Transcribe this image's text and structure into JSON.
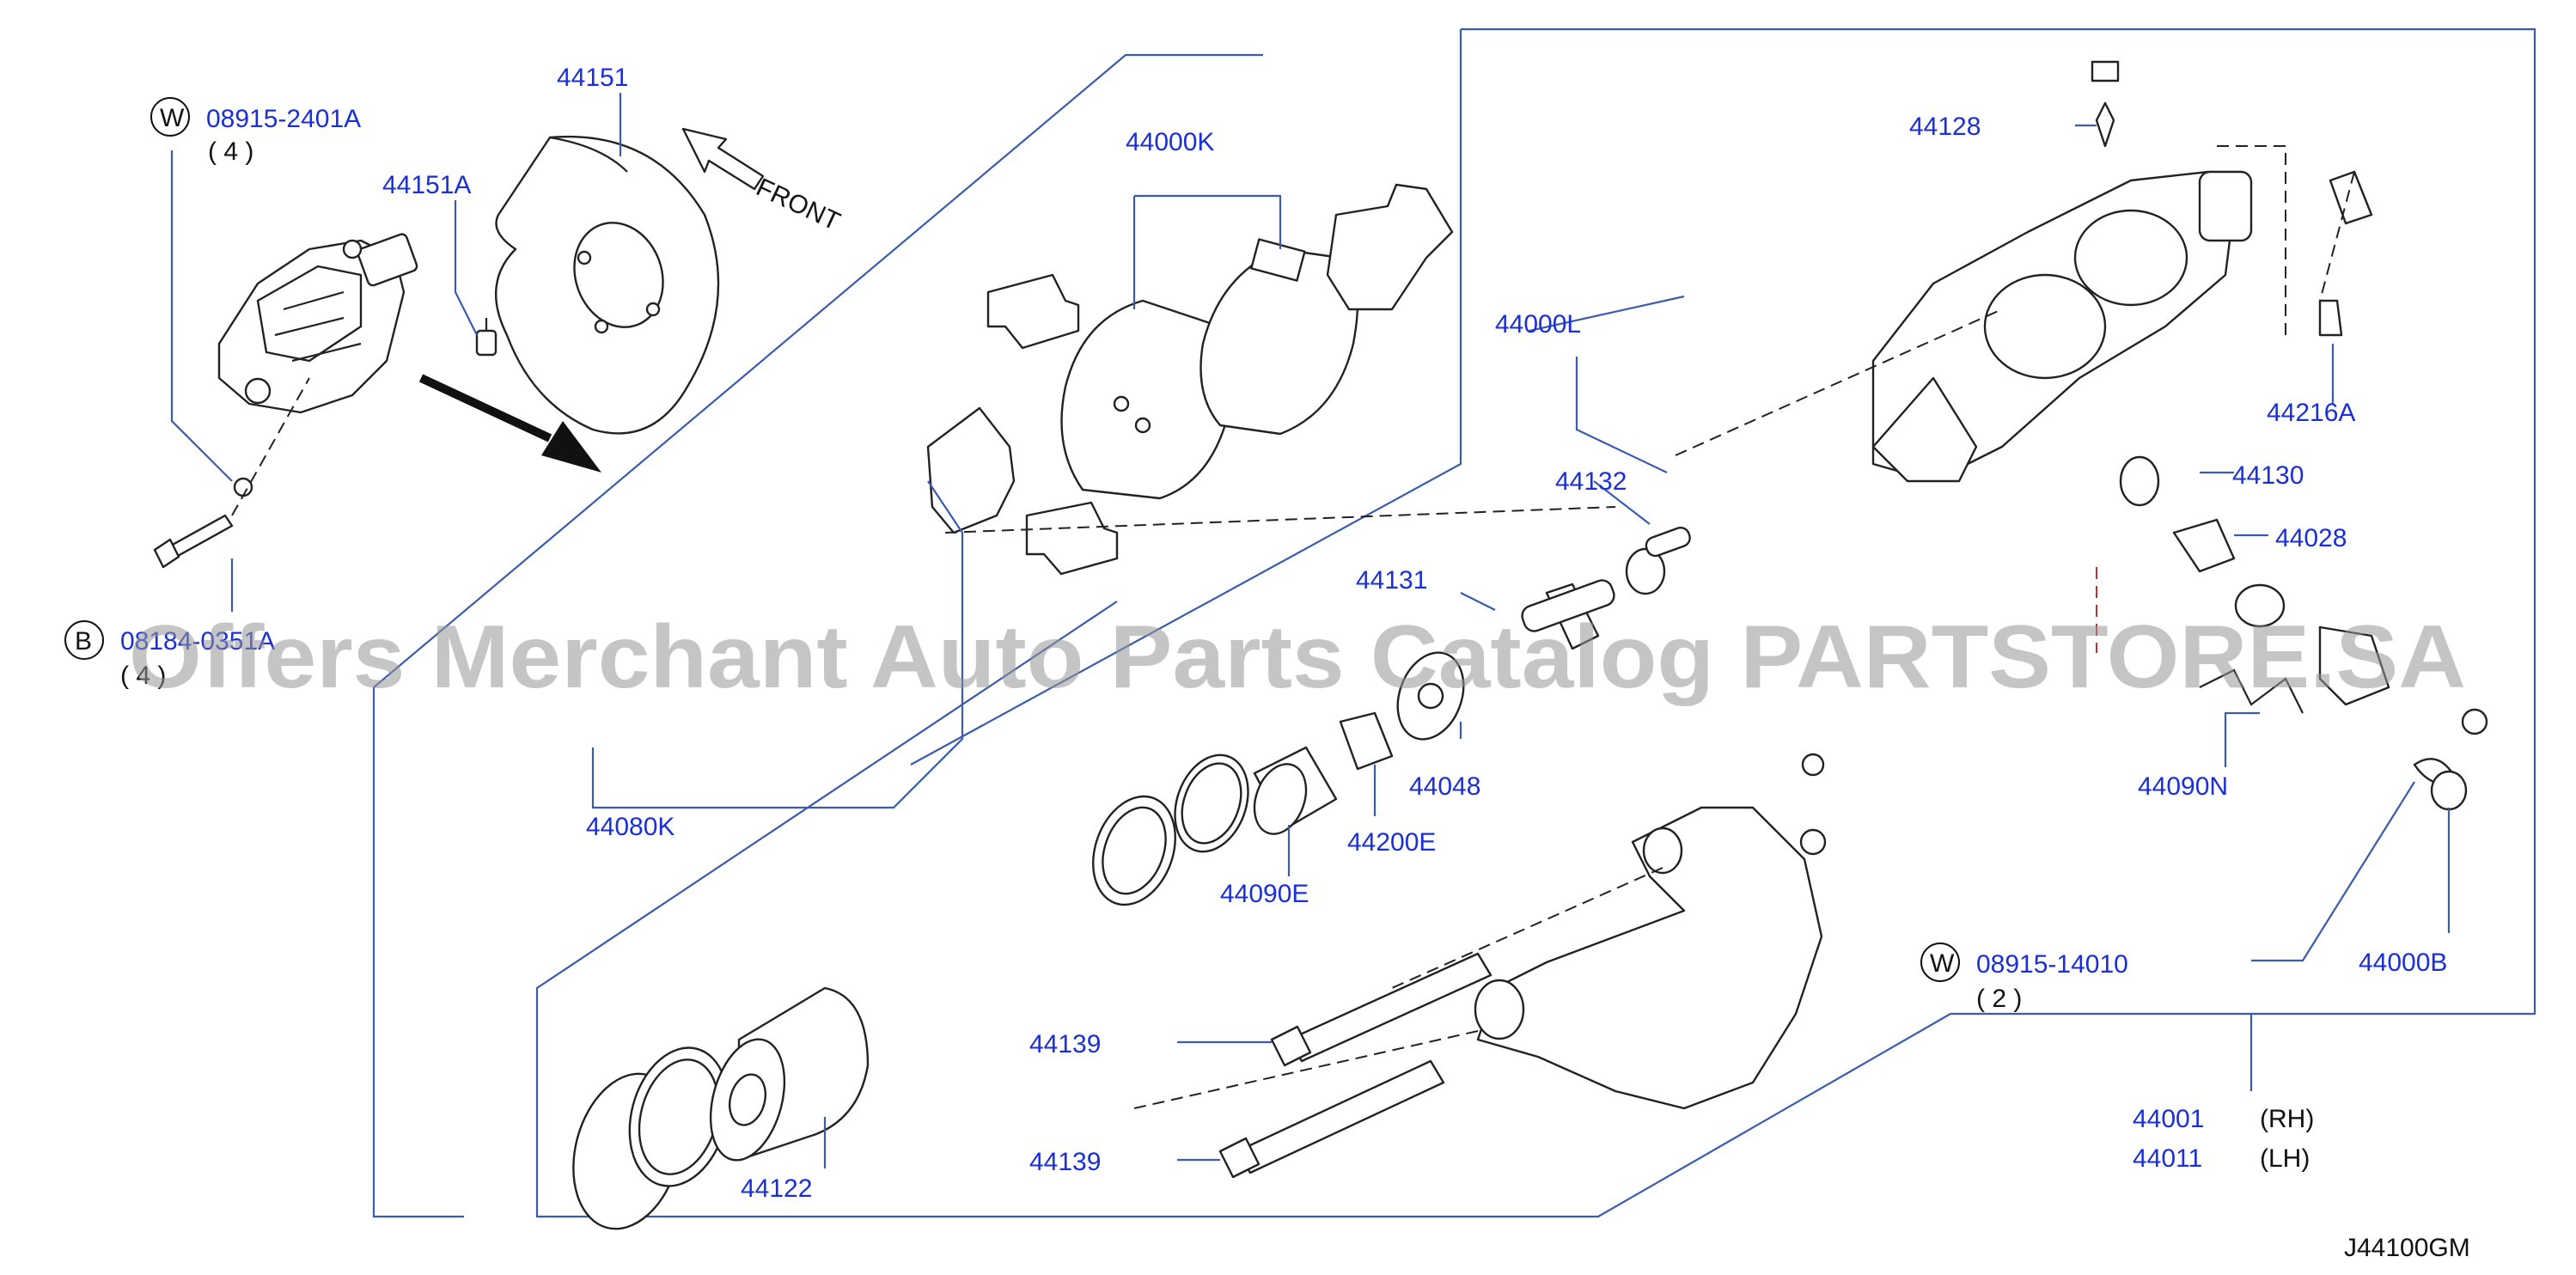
{
  "labels": {
    "p44151": "44151",
    "p44151A": "44151A",
    "front": "FRONT",
    "w08915_2401A": "08915-2401A",
    "qty_4": "( 4 )",
    "w_symbol": "W",
    "b_symbol": "B",
    "b_part": "08184-0351A",
    "b_qty": "( 4 )",
    "p44000K": "44000K",
    "p44080K": "44080K",
    "p44000L": "44000L",
    "p44132": "44132",
    "p44131": "44131",
    "p44048": "44048",
    "p44200E": "44200E",
    "p44090E": "44090E",
    "p44122": "44122",
    "p44139a": "44139",
    "p44139b": "44139",
    "p44128": "44128",
    "p44216A": "44216A",
    "p44130": "44130",
    "p44028": "44028",
    "p44090N": "44090N",
    "p44000B": "44000B",
    "w08915_14010": "08915-14010",
    "qty_2": "( 2 )",
    "p44001": "44001",
    "rh": "(RH)",
    "p44011": "44011",
    "lh": "(LH)",
    "diagram_code": "J44100GM"
  },
  "watermark": "Offers Merchant Auto Parts Catalog PARTSTORE.SA",
  "colors": {
    "callout": "#1a2fd6",
    "leader": "#3a5bb0",
    "line_art": "#222222",
    "watermark": "#969696"
  }
}
